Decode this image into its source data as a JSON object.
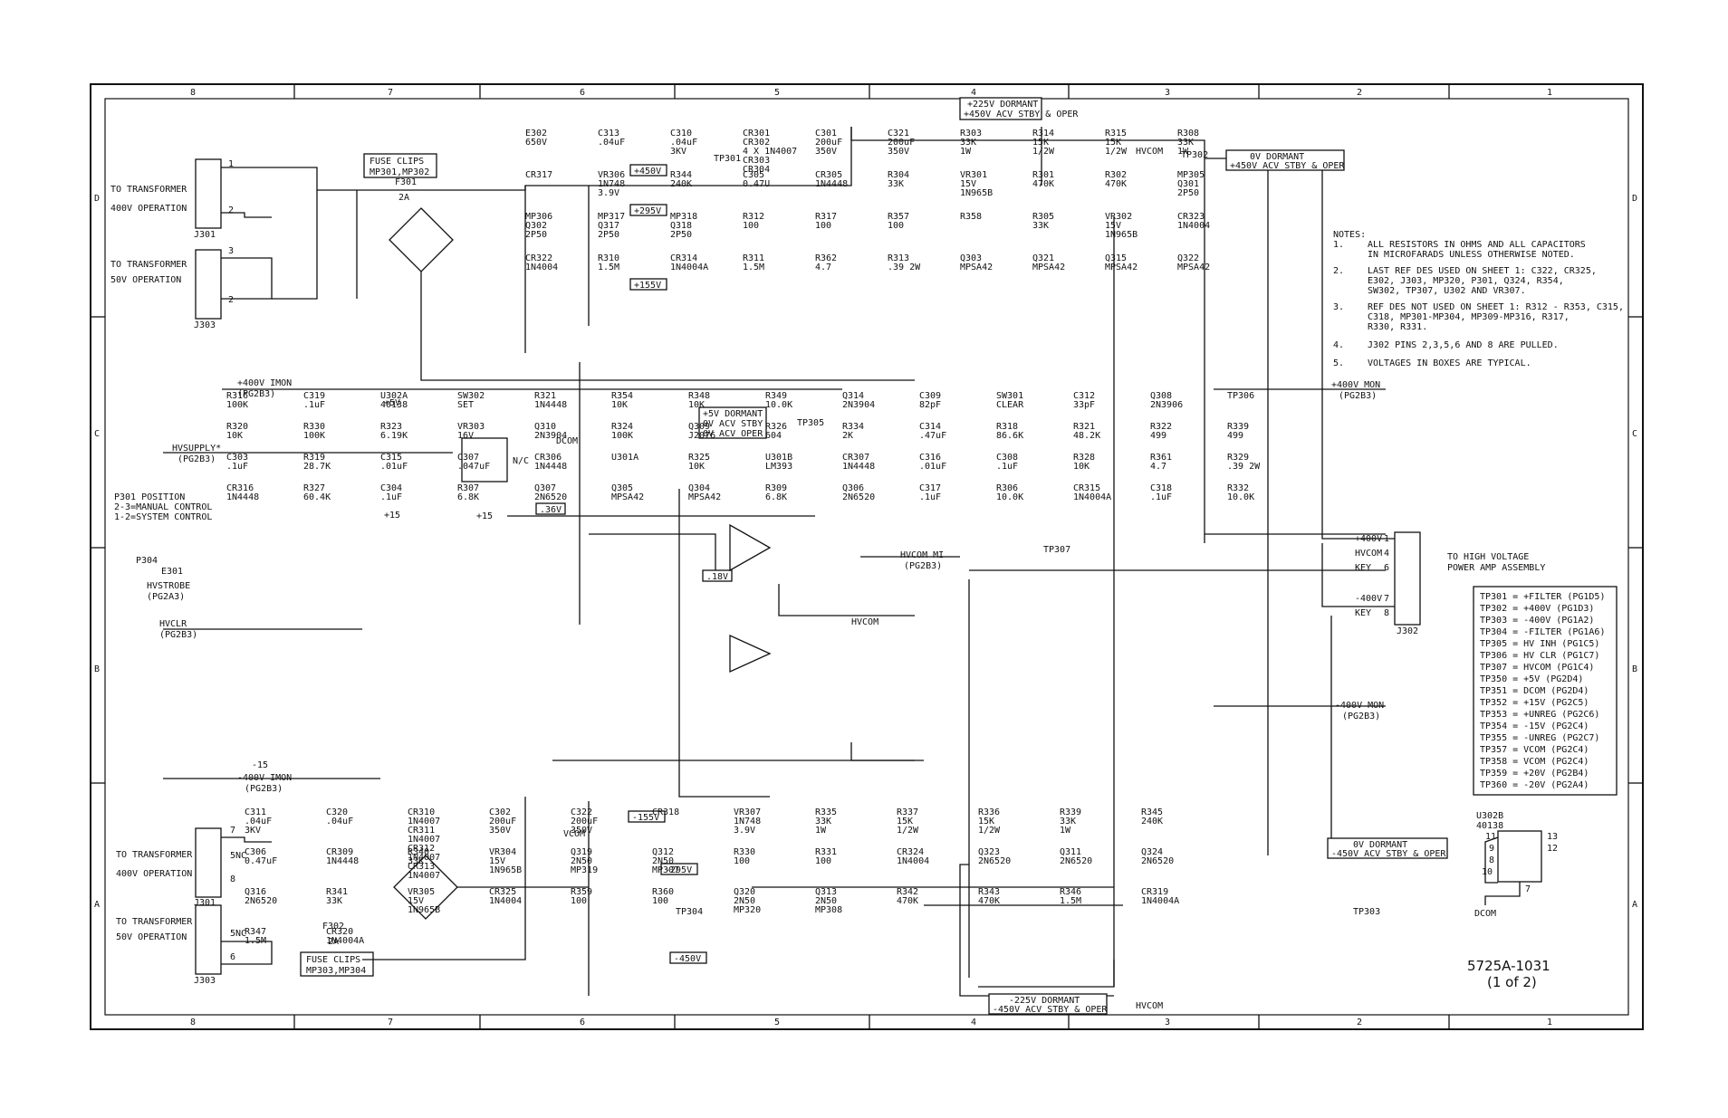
{
  "frame": {
    "cols_top": [
      "8",
      "7",
      "6",
      "5",
      "4",
      "3",
      "2",
      "1"
    ],
    "cols_bottom": [
      "8",
      "7",
      "6",
      "5",
      "4",
      "3",
      "2",
      "1"
    ],
    "rows_left": [
      "D",
      "C",
      "B",
      "A"
    ],
    "rows_right": [
      "D",
      "C",
      "B",
      "A"
    ]
  },
  "inputs": {
    "t400_top": [
      "TO TRANSFORMER",
      "400V OPERATION"
    ],
    "t50_top": [
      "TO TRANSFORMER",
      "50V OPERATION"
    ],
    "t400_bot": [
      "TO TRANSFORMER",
      "400V OPERATION"
    ],
    "t50_bot": [
      "TO TRANSFORMER",
      "50V OPERATION"
    ],
    "j301": "J301",
    "j303": "J303",
    "j301b": "J301",
    "j303b": "J303",
    "pins_top": [
      "1",
      "2",
      "3",
      "2"
    ],
    "pins_bot": [
      "7",
      "5NC",
      "8",
      "5NC",
      "6"
    ]
  },
  "fuse": {
    "top_box": [
      "FUSE CLIPS",
      "MP301,MP302"
    ],
    "top_ref": [
      "F301",
      "2A"
    ],
    "bot_box": [
      "FUSE CLIPS",
      "MP303,MP304"
    ],
    "bot_ref": [
      "F302",
      "2A"
    ]
  },
  "tp_table": [
    "TP301 = +FILTER  (PG1D5)",
    "TP302 = +400V  (PG1D3)",
    "TP303 = -400V  (PG1A2)",
    "TP304 = -FILTER  (PG1A6)",
    "TP305 = HV INH  (PG1C5)",
    "TP306 = HV CLR  (PG1C7)",
    "TP307 = HVCOM  (PG1C4)",
    "TP350 = +5V  (PG2D4)",
    "TP351 = DCOM  (PG2D4)",
    "TP352 = +15V  (PG2C5)",
    "TP353 = +UNREG  (PG2C6)",
    "TP354 = -15V  (PG2C4)",
    "TP355 = -UNREG  (PG2C7)",
    "TP357 = VCOM  (PG2C4)",
    "TP358 = VCOM  (PG2C4)",
    "TP359 = +20V  (PG2B4)",
    "TP360 = -20V  (PG2A4)"
  ],
  "notes": {
    "header": "NOTES:",
    "items": [
      [
        "1.",
        "ALL RESISTORS IN OHMS AND ALL CAPACITORS",
        "IN MICROFARADS UNLESS OTHERWISE NOTED."
      ],
      [
        "2.",
        "LAST REF DES USED ON SHEET 1: C322, CR325,",
        "E302, J303, MP320, P301, Q324, R354,",
        "SW302, TP307, U302 AND VR307."
      ],
      [
        "3.",
        "REF DES NOT USED ON SHEET 1: R312 - R353, C315,",
        "C318, MP301-MP304, MP309-MP316, R317,",
        "R330, R331."
      ],
      [
        "4.",
        "J302 PINS 2,3,5,6 AND 8 ARE PULLED."
      ],
      [
        "5.",
        "VOLTAGES IN BOXES ARE TYPICAL."
      ]
    ]
  },
  "output": {
    "label": [
      "TO HIGH VOLTAGE",
      "POWER AMP ASSEMBLY"
    ],
    "pins": [
      [
        "+400V",
        "1"
      ],
      [
        "HVCOM",
        "4"
      ],
      [
        "KEY",
        "6"
      ],
      [
        "-400V",
        "7"
      ],
      [
        "KEY",
        "8"
      ]
    ],
    "connector": "J302"
  },
  "dormant_boxes": {
    "top_center": [
      "+225V DORMANT",
      "+450V ACV STBY & OPER"
    ],
    "top_right": [
      "0V DORMANT",
      "+450V ACV STBY & OPER"
    ],
    "bot_center": [
      "-225V DORMANT",
      "-450V ACV STBY & OPER"
    ],
    "bot_right": [
      "0V DORMANT",
      "-450V ACV STBY & OPER"
    ],
    "mid": [
      "+5V DORMANT",
      "0V ACV STBY",
      "0V ACV OPER"
    ]
  },
  "rail_boxes": {
    "p450": "+450V",
    "p295": "+295V",
    "p155": "+155V",
    "m155": "-155V",
    "m295": "-295V",
    "m450": "-450V",
    "v36": ".36V",
    "v18": ".18V"
  },
  "signals": {
    "imon_p": [
      "+400V IMON",
      "(PG2B3)"
    ],
    "imon_m": [
      "-400V IMON",
      "(PG2B3)"
    ],
    "mon_p": [
      "+400V MON",
      "(PG2B3)"
    ],
    "mon_m": [
      "-400V MON",
      "(PG2B3)"
    ],
    "hvsupply": [
      "HVSUPPLY*",
      "(PG2B3)"
    ],
    "hvstrobe": [
      "HVSTROBE",
      "(PG2A3)"
    ],
    "hvclr": [
      "HVCLR",
      "(PG2B3)"
    ],
    "hvcom_mi": [
      "HVCOM MI",
      "(PG2B3)"
    ],
    "p301": [
      "P301 POSITION",
      "2-3=MANUAL CONTROL",
      "1-2=SYSTEM CONTROL"
    ]
  },
  "parts": {
    "top": [
      [
        "E302",
        "650V"
      ],
      [
        "C313",
        ".04uF"
      ],
      [
        "C310",
        ".04uF",
        "3KV"
      ],
      [
        "CR301",
        "CR302",
        "4 X 1N4007",
        "CR303",
        "CR304"
      ],
      [
        "C301",
        "200uF",
        "350V"
      ],
      [
        "C321",
        "200uF",
        "350V"
      ],
      [
        "R303",
        "33K",
        "1W"
      ],
      [
        "R314",
        "15K",
        "1/2W"
      ],
      [
        "R315",
        "15K",
        "1/2W"
      ],
      [
        "R308",
        "33K",
        "1W"
      ],
      [
        "CR317"
      ],
      [
        "VR306",
        "1N748",
        "3.9V"
      ],
      [
        "R344",
        "240K"
      ],
      [
        "C305",
        "0.47U"
      ],
      [
        "CR305",
        "1N4448"
      ],
      [
        "R304",
        "33K"
      ],
      [
        "VR301",
        "15V",
        "1N965B"
      ],
      [
        "R301",
        "470K"
      ],
      [
        "R302",
        "470K"
      ],
      [
        "MP305",
        "Q301",
        "2P50"
      ],
      [
        "MP306",
        "Q302",
        "2P50"
      ],
      [
        "MP317",
        "Q317",
        "2P50"
      ],
      [
        "MP318",
        "Q318",
        "2P50"
      ],
      [
        "R312",
        "100"
      ],
      [
        "R317",
        "100"
      ],
      [
        "R357",
        "100"
      ],
      [
        "R358"
      ],
      [
        "R305",
        "33K"
      ],
      [
        "VR302",
        "15V",
        "1N965B"
      ],
      [
        "CR323",
        "1N4004"
      ],
      [
        "CR322",
        "1N4004"
      ],
      [
        "R310",
        "1.5M"
      ],
      [
        "CR314",
        "1N4004A"
      ],
      [
        "R311",
        "1.5M"
      ],
      [
        "R362",
        "4.7"
      ],
      [
        "R313",
        ".39 2W"
      ],
      [
        "Q303",
        "MPSA42"
      ],
      [
        "Q321",
        "MPSA42"
      ],
      [
        "Q315",
        "MPSA42"
      ],
      [
        "Q322",
        "MPSA42"
      ]
    ],
    "mid": [
      [
        "R316",
        "100K"
      ],
      [
        "C319",
        ".1uF"
      ],
      [
        "U302A",
        "40138"
      ],
      [
        "SW302",
        "SET"
      ],
      [
        "R321",
        "1N4448"
      ],
      [
        "R354",
        "10K"
      ],
      [
        "R348",
        "10K"
      ],
      [
        "R349",
        "10.0K"
      ],
      [
        "Q314",
        "2N3904"
      ],
      [
        "C309",
        "82pF"
      ],
      [
        "SW301",
        "CLEAR"
      ],
      [
        "C312",
        "33pF"
      ],
      [
        "Q308",
        "2N3906"
      ],
      [
        "TP306"
      ],
      [
        "R320",
        "10K"
      ],
      [
        "R330",
        "100K"
      ],
      [
        "R323",
        "6.19K"
      ],
      [
        "VR303",
        "16V"
      ],
      [
        "Q310",
        "2N3904"
      ],
      [
        "R324",
        "100K"
      ],
      [
        "Q309",
        "J2076"
      ],
      [
        "R326",
        "604"
      ],
      [
        "R334",
        "2K"
      ],
      [
        "C314",
        ".47uF"
      ],
      [
        "R318",
        "86.6K"
      ],
      [
        "R321",
        "48.2K"
      ],
      [
        "R322",
        "499"
      ],
      [
        "R339",
        "499"
      ],
      [
        "C303",
        ".1uF"
      ],
      [
        "R319",
        "28.7K"
      ],
      [
        "C315",
        ".01uF"
      ],
      [
        "C307",
        ".047uF"
      ],
      [
        "CR306",
        "1N4448"
      ],
      [
        "U301A"
      ],
      [
        "R325",
        "10K"
      ],
      [
        "U301B",
        "LM393"
      ],
      [
        "CR307",
        "1N4448"
      ],
      [
        "C316",
        ".01uF"
      ],
      [
        "C308",
        ".1uF"
      ],
      [
        "R328",
        "10K"
      ],
      [
        "R361",
        "4.7"
      ],
      [
        "R329",
        ".39 2W"
      ],
      [
        "CR316",
        "1N4448"
      ],
      [
        "R327",
        "60.4K"
      ],
      [
        "C304",
        ".1uF"
      ],
      [
        "R307",
        "6.8K"
      ],
      [
        "Q307",
        "2N6520"
      ],
      [
        "Q305",
        "MPSA42"
      ],
      [
        "Q304",
        "MPSA42"
      ],
      [
        "R309",
        "6.8K"
      ],
      [
        "Q306",
        "2N6520"
      ],
      [
        "C317",
        ".1uF"
      ],
      [
        "R306",
        "10.0K"
      ],
      [
        "CR315",
        "1N4004A"
      ],
      [
        "C318",
        ".1uF"
      ],
      [
        "R332",
        "10.0K"
      ]
    ],
    "bot": [
      [
        "C311",
        ".04uF",
        "3KV"
      ],
      [
        "C320",
        ".04uF"
      ],
      [
        "CR310",
        "1N4007",
        "CR311",
        "1N4007",
        "CR312",
        "1N4007",
        "CR313",
        "1N4007"
      ],
      [
        "C302",
        "200uF",
        "350V"
      ],
      [
        "C322",
        "200uF",
        "350V"
      ],
      [
        "CR318"
      ],
      [
        "VR307",
        "1N748",
        "3.9V"
      ],
      [
        "R335",
        "33K",
        "1W"
      ],
      [
        "R337",
        "15K",
        "1/2W"
      ],
      [
        "R336",
        "15K",
        "1/2W"
      ],
      [
        "R339",
        "33K",
        "1W"
      ],
      [
        "R345",
        "240K"
      ],
      [
        "C306",
        "0.47uF"
      ],
      [
        "CR309",
        "1N4448"
      ],
      [
        "R340",
        "33K"
      ],
      [
        "VR304",
        "15V",
        "1N965B"
      ],
      [
        "Q319",
        "2N50",
        "MP319"
      ],
      [
        "Q312",
        "2N50",
        "MP307"
      ],
      [
        "R330",
        "100"
      ],
      [
        "R331",
        "100"
      ],
      [
        "CR324",
        "1N4004"
      ],
      [
        "Q323",
        "2N6520"
      ],
      [
        "Q311",
        "2N6520"
      ],
      [
        "Q324",
        "2N6520"
      ],
      [
        "Q316",
        "2N6520"
      ],
      [
        "R341",
        "33K"
      ],
      [
        "VR305",
        "15V",
        "1N965B"
      ],
      [
        "CR325",
        "1N4004"
      ],
      [
        "R359",
        "100"
      ],
      [
        "R360",
        "100"
      ],
      [
        "Q320",
        "2N50",
        "MP320"
      ],
      [
        "Q313",
        "2N50",
        "MP308"
      ],
      [
        "R342",
        "470K"
      ],
      [
        "R343",
        "470K"
      ],
      [
        "R346",
        "1.5M"
      ],
      [
        "CR319",
        "1N4004A"
      ],
      [
        "R347",
        "1.5M"
      ],
      [
        "CR320",
        "1N4004A"
      ]
    ]
  },
  "misc": {
    "tp301": "TP301",
    "tp302": "TP302",
    "tp303": "TP303",
    "tp304": "TP304",
    "tp305": "TP305",
    "tp307": "TP307",
    "hvcom": "HVCOM",
    "dcom": "DCOM",
    "vcom": "VCOM",
    "p15": "+15",
    "m15": "-15",
    "p5": "+5V",
    "p304": "P304",
    "e301": "E301",
    "nc": "N/C"
  },
  "u302b": {
    "title": [
      "U302B",
      "40138"
    ],
    "pins": [
      "11",
      "9",
      "8",
      "10",
      "13",
      "12",
      "7"
    ],
    "dcom": "DCOM"
  },
  "drawing": {
    "number": "5725A-1031",
    "sheet": "(1 of 2)"
  }
}
